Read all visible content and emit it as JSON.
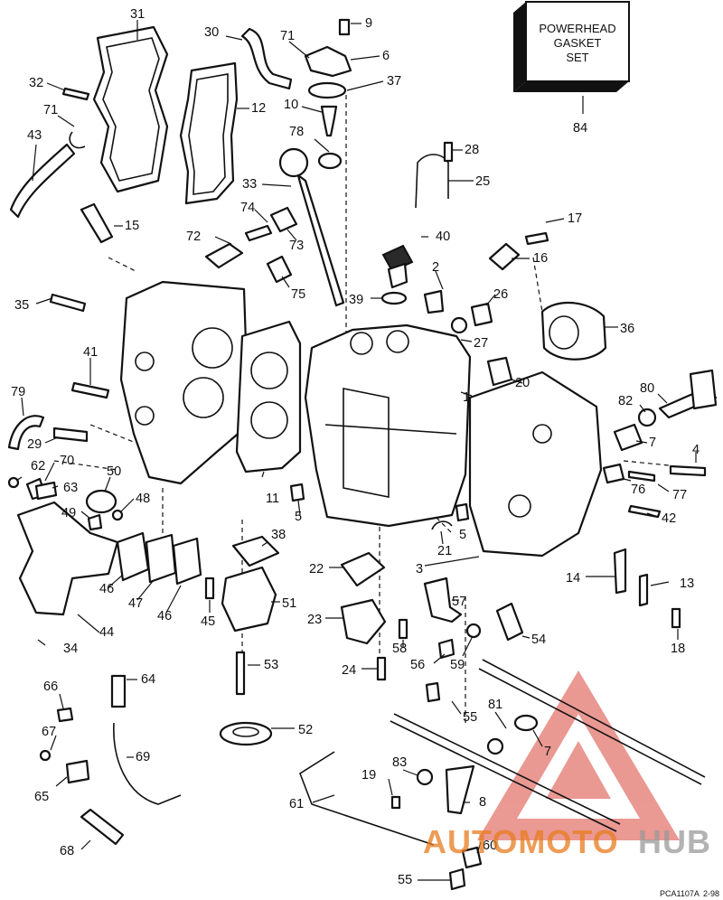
{
  "callouts": [
    {
      "id": "c1",
      "text": "31"
    },
    {
      "id": "c2",
      "text": "30"
    },
    {
      "id": "c3",
      "text": "71"
    },
    {
      "id": "c4",
      "text": "9"
    },
    {
      "id": "c5",
      "text": "6"
    },
    {
      "id": "c6",
      "text": "37"
    },
    {
      "id": "c7",
      "text": "32"
    },
    {
      "id": "c8",
      "text": "12"
    },
    {
      "id": "c9",
      "text": "10"
    },
    {
      "id": "c10",
      "text": "71"
    },
    {
      "id": "c11",
      "text": "43"
    },
    {
      "id": "c12",
      "text": "78"
    },
    {
      "id": "c13",
      "text": "28"
    },
    {
      "id": "c14",
      "text": "25"
    },
    {
      "id": "c15",
      "text": "33"
    },
    {
      "id": "c16",
      "text": "74"
    },
    {
      "id": "c17",
      "text": "15"
    },
    {
      "id": "c18",
      "text": "73"
    },
    {
      "id": "c19",
      "text": "72"
    },
    {
      "id": "c20",
      "text": "40"
    },
    {
      "id": "c21",
      "text": "17"
    },
    {
      "id": "c22",
      "text": "16"
    },
    {
      "id": "c23",
      "text": "75"
    },
    {
      "id": "c24",
      "text": "2"
    },
    {
      "id": "c25",
      "text": "35"
    },
    {
      "id": "c26",
      "text": "39"
    },
    {
      "id": "c27",
      "text": "26"
    },
    {
      "id": "c28",
      "text": "36"
    },
    {
      "id": "c29",
      "text": "27"
    },
    {
      "id": "c30",
      "text": "41"
    },
    {
      "id": "c31",
      "text": "20"
    },
    {
      "id": "c32",
      "text": "1"
    },
    {
      "id": "c33",
      "text": "80"
    },
    {
      "id": "c34",
      "text": "79"
    },
    {
      "id": "c35",
      "text": "82"
    },
    {
      "id": "c36",
      "text": "29"
    },
    {
      "id": "c37",
      "text": "7"
    },
    {
      "id": "c38",
      "text": "70"
    },
    {
      "id": "c39",
      "text": "4"
    },
    {
      "id": "c40",
      "text": "62"
    },
    {
      "id": "c41",
      "text": "63"
    },
    {
      "id": "c42",
      "text": "50"
    },
    {
      "id": "c43",
      "text": "11"
    },
    {
      "id": "c44",
      "text": "76"
    },
    {
      "id": "c45",
      "text": "77"
    },
    {
      "id": "c46",
      "text": "48"
    },
    {
      "id": "c47",
      "text": "49"
    },
    {
      "id": "c48",
      "text": "5"
    },
    {
      "id": "c49",
      "text": "42"
    },
    {
      "id": "c50",
      "text": "5"
    },
    {
      "id": "c51",
      "text": "38"
    },
    {
      "id": "c52",
      "text": "21"
    },
    {
      "id": "c53",
      "text": "22"
    },
    {
      "id": "c54",
      "text": "3"
    },
    {
      "id": "c55",
      "text": "14"
    },
    {
      "id": "c56",
      "text": "13"
    },
    {
      "id": "c57",
      "text": "46"
    },
    {
      "id": "c58",
      "text": "47"
    },
    {
      "id": "c59",
      "text": "46"
    },
    {
      "id": "c60",
      "text": "51"
    },
    {
      "id": "c61",
      "text": "57"
    },
    {
      "id": "c62",
      "text": "45"
    },
    {
      "id": "c63",
      "text": "23"
    },
    {
      "id": "c64",
      "text": "44"
    },
    {
      "id": "c65",
      "text": "54"
    },
    {
      "id": "c66",
      "text": "18"
    },
    {
      "id": "c67",
      "text": "34"
    },
    {
      "id": "c68",
      "text": "58"
    },
    {
      "id": "c69",
      "text": "53"
    },
    {
      "id": "c70",
      "text": "59"
    },
    {
      "id": "c71",
      "text": "24"
    },
    {
      "id": "c72",
      "text": "56"
    },
    {
      "id": "c73",
      "text": "66"
    },
    {
      "id": "c74",
      "text": "64"
    },
    {
      "id": "c75",
      "text": "55"
    },
    {
      "id": "c76",
      "text": "67"
    },
    {
      "id": "c77",
      "text": "52"
    },
    {
      "id": "c78",
      "text": "81"
    },
    {
      "id": "c79",
      "text": "69"
    },
    {
      "id": "c80",
      "text": "7"
    },
    {
      "id": "c81",
      "text": "83"
    },
    {
      "id": "c82",
      "text": "65"
    },
    {
      "id": "c83",
      "text": "19"
    },
    {
      "id": "c84",
      "text": "8"
    },
    {
      "id": "c85",
      "text": "61"
    },
    {
      "id": "c86",
      "text": "68"
    },
    {
      "id": "c87",
      "text": "60"
    },
    {
      "id": "c88",
      "text": "55"
    },
    {
      "id": "c89",
      "text": "84"
    }
  ],
  "gasket_box": {
    "line1": "POWERHEAD",
    "line2": "GASKET",
    "line3": "SET"
  },
  "footer": {
    "code": "PCA1107A",
    "date": "2-98"
  },
  "watermark": {
    "part1": "AUTOMOTO",
    "part2": "HUB",
    "color_primary": "#e87c1e",
    "color_secondary": "#9a9a9a",
    "triangle_color": "#d8453a"
  }
}
